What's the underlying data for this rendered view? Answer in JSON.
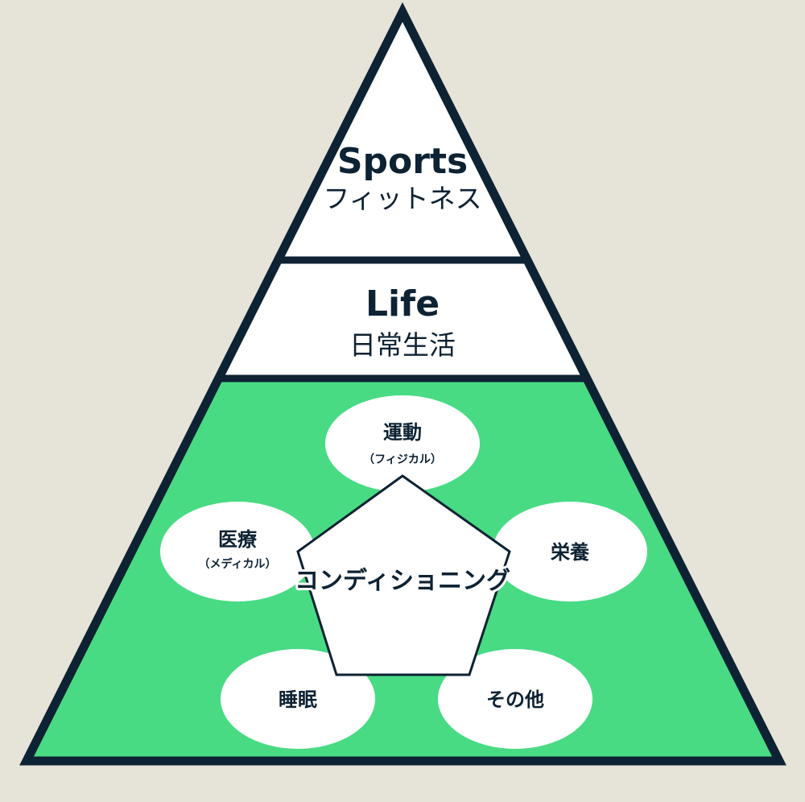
{
  "colors": {
    "background": "#e6e3d9",
    "outline": "#0d2233",
    "green": "#48db84",
    "white": "#ffffff"
  },
  "pyramid": {
    "top": {
      "title": "Sports",
      "subtitle": "フィットネス"
    },
    "middle": {
      "title": "Life",
      "subtitle": "日常生活"
    },
    "bottom": {
      "center": "コンディショニング",
      "elements": [
        {
          "label": "運動",
          "sub": "（フィジカル）"
        },
        {
          "label": "医療",
          "sub": "（メディカル）"
        },
        {
          "label": "栄養"
        },
        {
          "label": "睡眠"
        },
        {
          "label": "その他"
        }
      ]
    }
  }
}
